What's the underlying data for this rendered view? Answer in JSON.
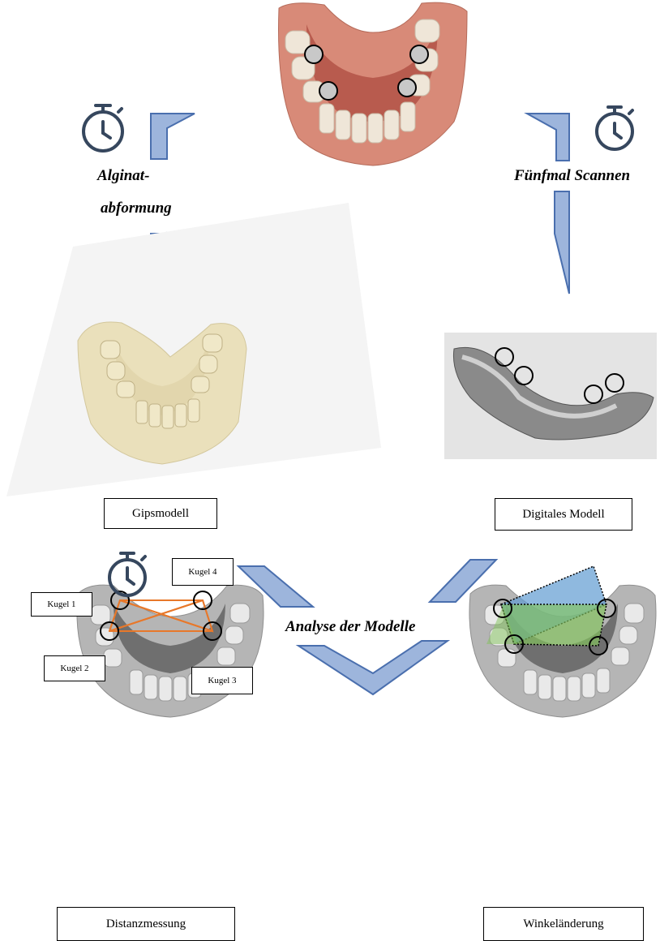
{
  "steps": {
    "left_top": "Alginat-",
    "left_bottom": "abformung",
    "right": "Fünfmal Scannen",
    "center": "Analyse der Modelle"
  },
  "boxes": {
    "gips": "Gipsmodell",
    "digital": "Digitales Modell",
    "distanz": "Distanzmessung",
    "winkel": "Winkeländerung"
  },
  "kugeln": {
    "k1": "Kugel 1",
    "k2": "Kugel 2",
    "k3": "Kugel 3",
    "k4": "Kugel 4"
  },
  "colors": {
    "arrow_fill": "#9db5dc",
    "arrow_stroke": "#4a6fae",
    "timer": "#36475e",
    "measure_line": "#e8782a"
  }
}
